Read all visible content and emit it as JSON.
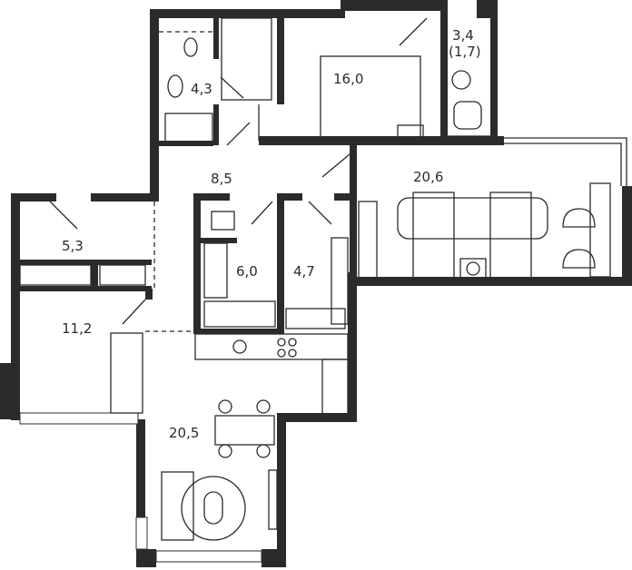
{
  "plan": {
    "rooms": [
      {
        "id": "bathroom-small",
        "area": "4,3"
      },
      {
        "id": "bedroom",
        "area": "16,0"
      },
      {
        "id": "balcony",
        "area": "3,4",
        "reduced_area": "(1,7)"
      },
      {
        "id": "hallway",
        "area": "8,5"
      },
      {
        "id": "bedroom-large",
        "area": "20,6"
      },
      {
        "id": "entry",
        "area": "5,3"
      },
      {
        "id": "bathroom",
        "area": "6,0"
      },
      {
        "id": "storage",
        "area": "4,7"
      },
      {
        "id": "bedroom-small",
        "area": "11,2"
      },
      {
        "id": "kitchen-living",
        "area": "20,5"
      }
    ],
    "colors": {
      "wall": "#2b2b2b",
      "background": "#ffffff"
    }
  }
}
